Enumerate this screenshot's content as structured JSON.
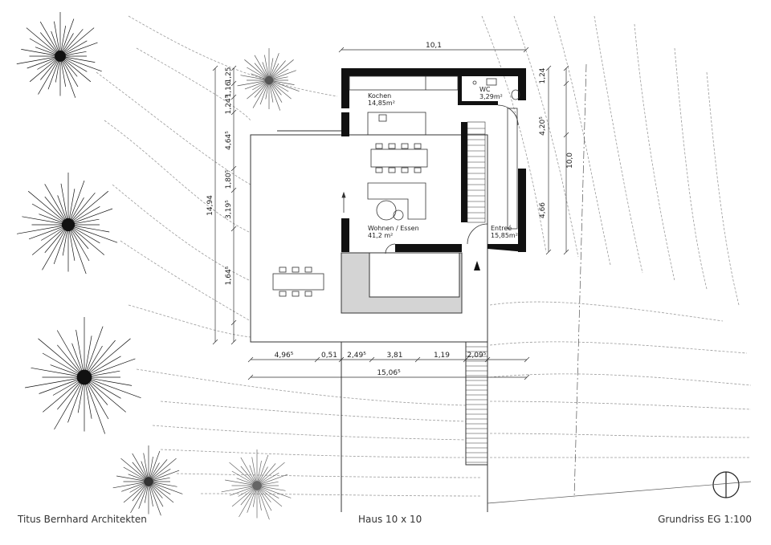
{
  "footer": {
    "architect": "Titus Bernhard Architekten",
    "project": "Haus 10 x 10",
    "plan_title": "Grundriss EG 1:100"
  },
  "rooms": {
    "kitchen_name": "Kochen",
    "kitchen_area": "14,85m²",
    "wc_name": "WC",
    "wc_area": "3,29m²",
    "living_name": "Wohnen / Essen",
    "living_area": "41,2 m²",
    "entry_name": "Entreé",
    "entry_area": "15,85m²"
  },
  "dimensions": {
    "top_width": "10,1",
    "left_total": "14,94",
    "left_segments": [
      "1,25",
      "1,16",
      "1,24⁵",
      "4,64⁵",
      "1,80⁵",
      "3,19⁵",
      "1,64⁵"
    ],
    "right_total": "10,0",
    "right_segments": [
      "1,24",
      "4,20⁵",
      "4,66"
    ],
    "bottom_segments": [
      "4,96⁵",
      "0,51",
      "2,49⁵",
      "3,81",
      "1,19",
      "2,09⁵"
    ],
    "bottom_total": "15,06⁵"
  },
  "colors": {
    "wall": "#111111",
    "line": "#333333",
    "terrace_grey": "#d4d4d4",
    "contour": "#999999"
  },
  "icons": {
    "north_arrow": "north-arrow-icon",
    "trees": "tree-icon"
  }
}
